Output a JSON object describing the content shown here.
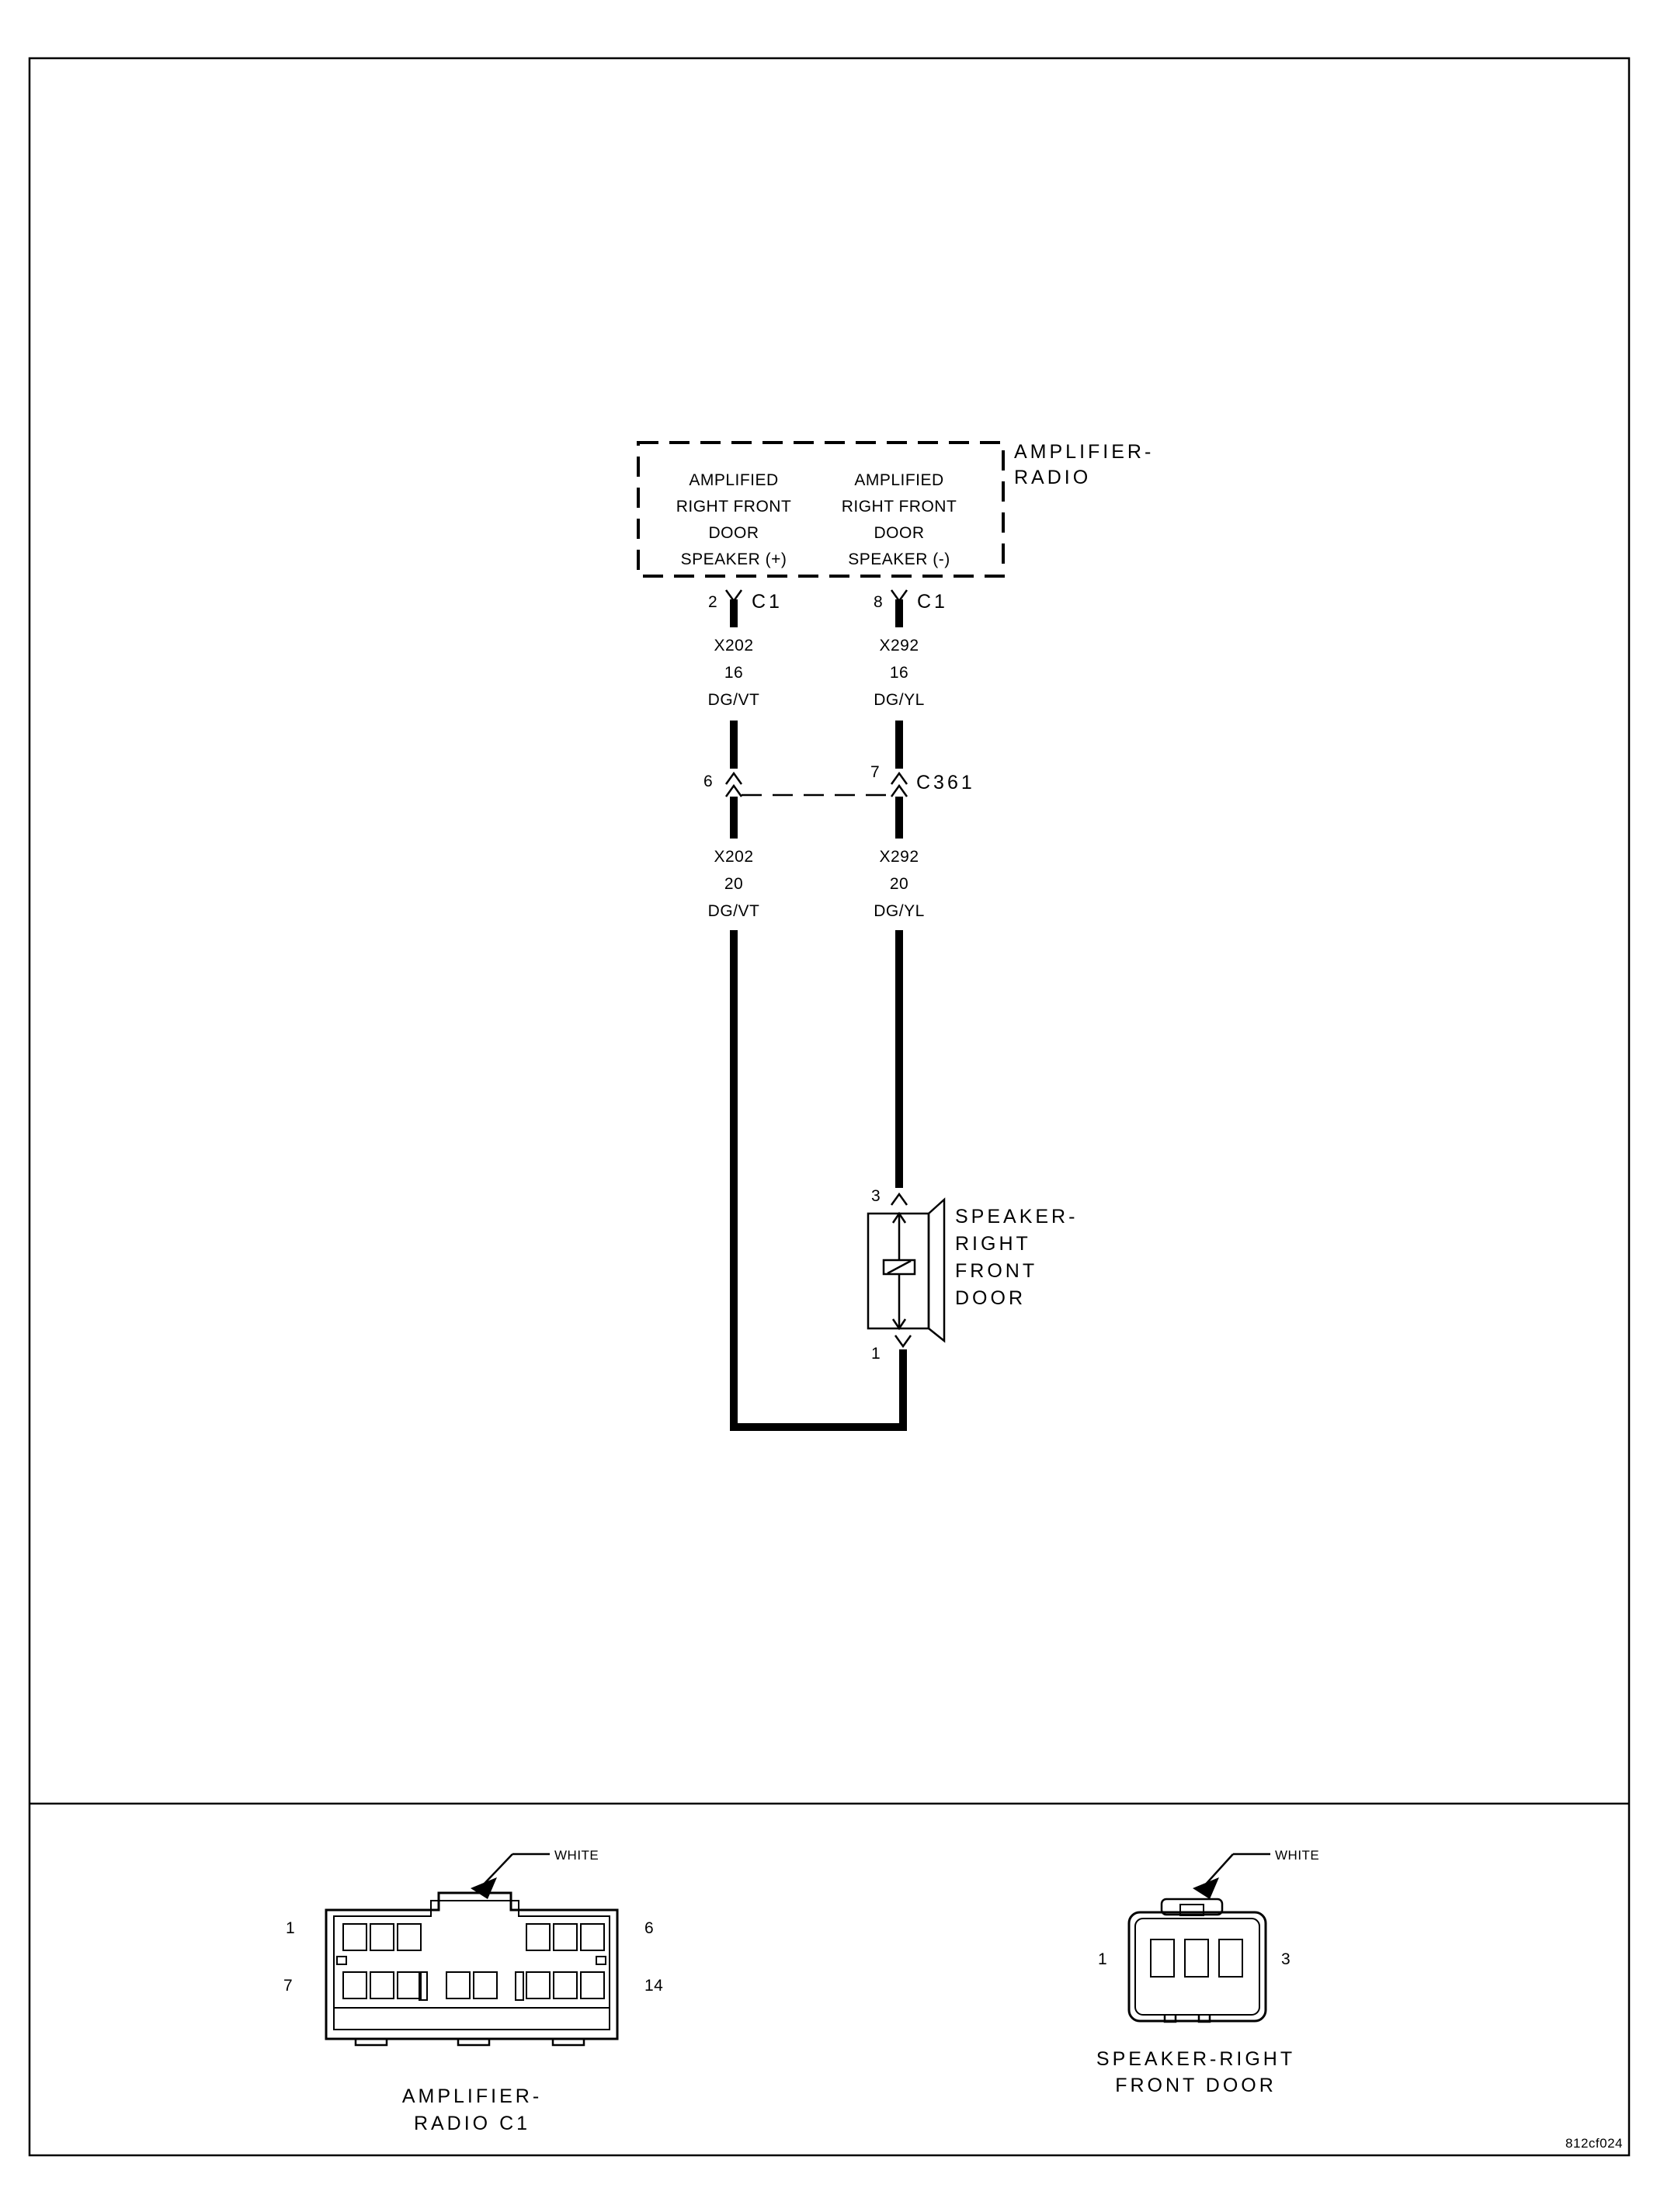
{
  "module": {
    "name_lines": [
      "AMPLIFIER-",
      "RADIO"
    ],
    "pins": [
      {
        "label_lines": [
          "AMPLIFIED",
          "RIGHT FRONT",
          "DOOR",
          "SPEAKER (+)"
        ],
        "pin": "2",
        "connector": "C1"
      },
      {
        "label_lines": [
          "AMPLIFIED",
          "RIGHT FRONT",
          "DOOR",
          "SPEAKER (-)"
        ],
        "pin": "8",
        "connector": "C1"
      }
    ]
  },
  "wires_upper": [
    {
      "circuit": "X202",
      "gauge": "16",
      "color": "DG/VT"
    },
    {
      "circuit": "X292",
      "gauge": "16",
      "color": "DG/YL"
    }
  ],
  "inline_connector": {
    "name": "C361",
    "pins": [
      "6",
      "7"
    ]
  },
  "wires_lower": [
    {
      "circuit": "X202",
      "gauge": "20",
      "color": "DG/VT"
    },
    {
      "circuit": "X292",
      "gauge": "20",
      "color": "DG/YL"
    }
  ],
  "speaker": {
    "name_lines": [
      "SPEAKER-",
      "RIGHT",
      "FRONT",
      "DOOR"
    ],
    "pin_top": "3",
    "pin_bottom": "1"
  },
  "connector_views": [
    {
      "name_lines": [
        "AMPLIFIER-",
        "RADIO C1"
      ],
      "color": "WHITE",
      "pin_labels": [
        "1",
        "6",
        "7",
        "14"
      ]
    },
    {
      "name_lines": [
        "SPEAKER-RIGHT",
        "FRONT DOOR"
      ],
      "color": "WHITE",
      "pin_labels": [
        "1",
        "3"
      ]
    }
  ],
  "figure_code": "812cf024"
}
